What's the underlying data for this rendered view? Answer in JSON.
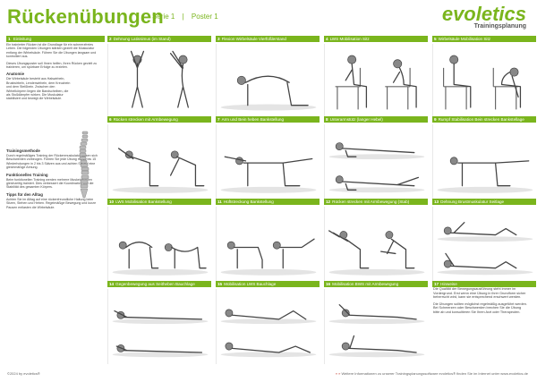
{
  "header": {
    "title": "Rückenübungen",
    "series": "Serie 1",
    "separator": "|",
    "poster": "Poster 1",
    "logo_word": "evoletics",
    "logo_sub": "Trainingsplanung"
  },
  "colors": {
    "accent": "#7ab51d",
    "text": "#333333"
  },
  "intro_bar": {
    "num": "1",
    "label": "Einleitung"
  },
  "text_column": {
    "intro": "Ein trainierter Rücken ist die Grundlage für ein schmerzfreies Leben. Die folgenden Übungen stärken gezielt die Muskulatur entlang der Wirbelsäule. Führen Sie die Übungen langsam und kontrolliert aus.",
    "intro2": "Dieses Übungsposter soll Ihnen helfen, Ihren Rücken gezielt zu trainieren, um spürbare Erfolge zu erzielen.",
    "h_anatomy": "Anatomie",
    "anatomy": "Die Wirbelsäule besteht aus Halswirbeln, Brustwirbeln, Lendenwirbeln, dem Kreuzbein und dem Steißbein. Zwischen den Wirbelkörpern liegen die Bandscheiben, die als Stoßdämpfer wirken. Die Muskulatur stabilisiert und bewegt die Wirbelsäule.",
    "h_method": "Trainingsmethode",
    "method": "Durch regelmäßiges Training der Rückenmuskulatur lassen sich Beschwerden vorbeugen. Führen Sie jede Übung mit 10 bis 15 Wiederholungen in 2 bis 3 Sätzen aus und achten Sie auf eine gleichmäßige Atmung.",
    "h_functional": "Funktionelles Training",
    "functional": "Beim funktionellen Training werden mehrere Muskelgruppen gleichzeitig trainiert. Dies verbessert die Koordination und die Stabilität des gesamten Körpers.",
    "h_everyday": "Tipps für den Alltag",
    "everyday": "Achten Sie im Alltag auf eine rückenfreundliche Haltung beim Sitzen, Stehen und Heben. Regelmäßige Bewegung und kurze Pausen entlasten die Wirbelsäule."
  },
  "exercises": [
    {
      "num": "2",
      "label": "Dehnung Latissimus (im Stand)"
    },
    {
      "num": "3",
      "label": "Flexion Wirbelsäule Vierfüßlerstand"
    },
    {
      "num": "4",
      "label": "LWS Mobilisation Sitz"
    },
    {
      "num": "5",
      "label": "Wirbelsäule Mobilisation Sitz"
    },
    {
      "num": "6",
      "label": "Rücken strecken mit Armbewegung"
    },
    {
      "num": "7",
      "label": "Arm und Bein heben Bankstellung"
    },
    {
      "num": "8",
      "label": "Unterarmstütz (langer Hebel)"
    },
    {
      "num": "9",
      "label": "Rumpf Stabilisation Bein strecken Bankstellage"
    },
    {
      "num": "10",
      "label": "LWS Mobilisation Bankstellung"
    },
    {
      "num": "11",
      "label": "Hüftstreckung Bankstellung"
    },
    {
      "num": "12",
      "label": "Rücken strecken mit Armbewegung (Stab)"
    },
    {
      "num": "13",
      "label": "Dehnung Brustmuskulatur Seitlage"
    },
    {
      "num": "14",
      "label": "Gegenbewegung aus Seitheben Bauchlage"
    },
    {
      "num": "15",
      "label": "Mobilisation LWS Bauchlage"
    },
    {
      "num": "16",
      "label": "Mobilisation BWS mit Armbewegung"
    },
    {
      "num": "17",
      "label": "Hinweise"
    }
  ],
  "tips": {
    "p1": "Die Qualität der Bewegungsausführung steht immer im Vordergrund. Erst wenn eine Übung in ihrer Grundform sicher beherrscht wird, kann sie entsprechend erschwert werden.",
    "p2": "Die Übungen sollten möglichst regelmäßig ausgeführt werden. Bei Schmerzen oder Beschwerden brechen Sie die Übung bitte ab und konsultieren Sie Ihren Arzt oder Therapeuten."
  },
  "footer": {
    "left": "©2024 by evoletics®",
    "right_arrows": "» »",
    "right": "Weitere Informationen zu unserer Trainingsplanungssoftware evoletics® finden Sie im Internet unter www.evoletics.de"
  }
}
